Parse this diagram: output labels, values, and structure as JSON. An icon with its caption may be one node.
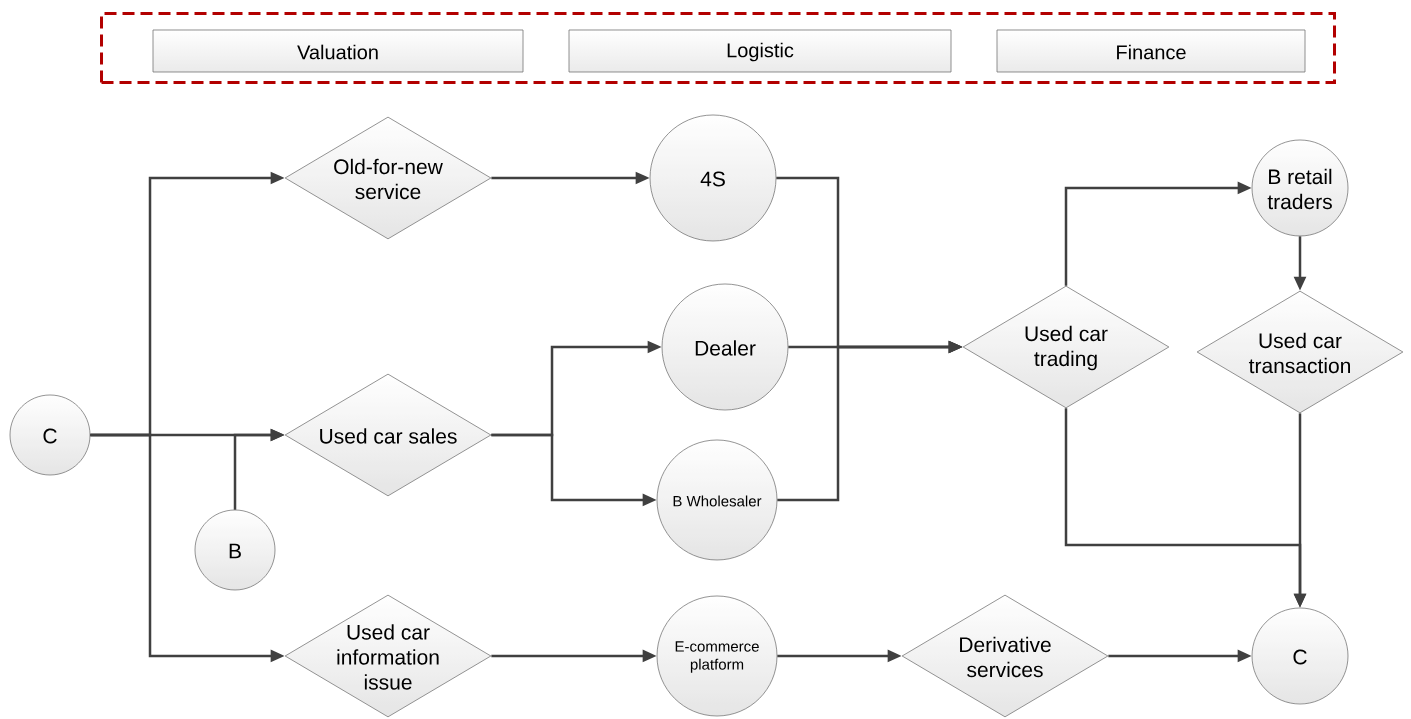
{
  "diagram": {
    "nodes": [
      {
        "text": [],
        "shape": "box"
      },
      {
        "text": [
          "Valuation"
        ],
        "in": 0
      },
      {
        "text": [
          "Logistic"
        ],
        "in": 0
      },
      {
        "text": [
          "Finance"
        ],
        "in": 0
      },
      {
        "text": [
          "C"
        ]
      },
      {
        "text": [
          "Old-for-new service"
        ]
      },
      {
        "text": [
          "Used car sales"
        ]
      },
      {
        "text": [
          "B"
        ]
      },
      {
        "text": [
          "Used car information issue"
        ]
      },
      {
        "text": [
          "4S"
        ]
      },
      {
        "text": [
          "Dealer"
        ]
      },
      {
        "text": [
          "B Wholesaler"
        ]
      },
      {
        "text": [
          "E-commerce platform"
        ]
      },
      {
        "text": [
          "Used car trading"
        ]
      },
      {
        "text": [
          "B retail traders"
        ]
      },
      {
        "text": [
          "Used car transaction"
        ]
      },
      {
        "text": [
          "Derivative services"
        ]
      },
      {
        "text": [
          "C"
        ]
      }
    ],
    "edges": [
      {
        "from": 4,
        "to": 5,
        "arrow": "to"
      },
      {
        "from": 4,
        "to": 6,
        "arrow": "to"
      },
      {
        "from": 4,
        "to": 8,
        "arrow": "to"
      },
      {
        "from": 7,
        "to": 6,
        "arrow": "to"
      },
      {
        "from": 5,
        "to": 9,
        "arrow": "to"
      },
      {
        "from": 6,
        "to": 10,
        "arrow": "to"
      },
      {
        "from": 6,
        "to": 11,
        "arrow": "to"
      },
      {
        "from": 8,
        "to": 12,
        "arrow": "to"
      },
      {
        "from": 9,
        "to": 13,
        "arrow": "to"
      },
      {
        "from": 10,
        "to": 13,
        "arrow": "to"
      },
      {
        "from": 11,
        "to": 13,
        "arrow": "to"
      },
      {
        "from": 13,
        "to": 14,
        "arrow": "to"
      },
      {
        "from": 14,
        "to": 15,
        "arrow": "to"
      },
      {
        "from": 15,
        "to": 17,
        "arrow": "to"
      },
      {
        "from": 13,
        "to": 17,
        "arrow": "to"
      },
      {
        "from": 12,
        "to": 16,
        "arrow": "to"
      },
      {
        "from": 16,
        "to": 17,
        "arrow": "to"
      }
    ]
  }
}
